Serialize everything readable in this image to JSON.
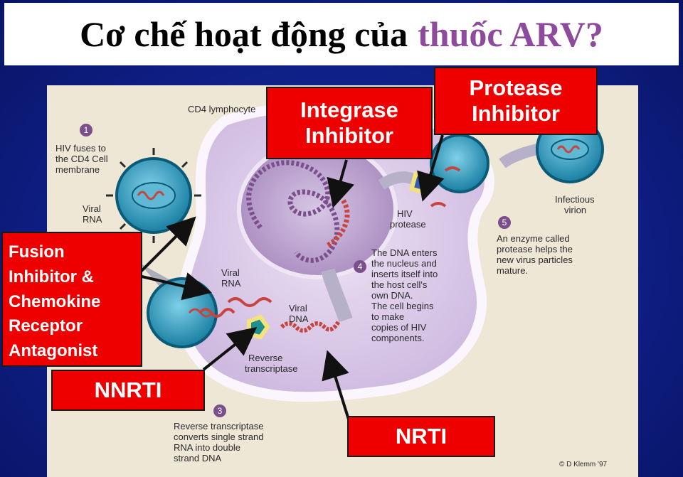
{
  "title": {
    "main": "Cơ chế hoạt động của",
    "accent": "thuốc ARV?"
  },
  "diagram": {
    "cell_label": "CD4 lymphocyte",
    "step1": {
      "number": "1",
      "lines": [
        "HIV fuses to",
        "the CD4 Cell",
        "membrane"
      ]
    },
    "viral_rna_left": [
      "Viral",
      "RNA"
    ],
    "viral_rna_inner": [
      "Viral",
      "RNA"
    ],
    "viral_dna": [
      "Viral",
      "DNA"
    ],
    "reverse_transcriptase": [
      "Reverse",
      "transcriptase"
    ],
    "step3": {
      "number": "3",
      "lines": [
        "Reverse transcriptase",
        "converts single strand",
        "RNA into double",
        "strand DNA"
      ]
    },
    "step4": {
      "number": "4",
      "lines": [
        "The DNA enters",
        "the nucleus and",
        "inserts itself into",
        "the host cell's",
        "own DNA.",
        "The cell begins",
        "to make",
        "copies of HIV",
        "components."
      ]
    },
    "hiv_protease": [
      "HIV",
      "protease"
    ],
    "infectious_virion": [
      "Infectious",
      "virion"
    ],
    "step5": {
      "number": "5",
      "lines": [
        "An enzyme called",
        "protease helps the",
        "new virus particles",
        "mature."
      ]
    },
    "credit": "© D Klemm '97"
  },
  "labels": {
    "integrase": [
      "Integrase",
      "Inhibitor"
    ],
    "protease": [
      "Protease",
      "Inhibitor"
    ],
    "fusion": [
      "Fusion",
      "Inhibitor &",
      "Chemokine",
      "Receptor",
      "Antagonist"
    ],
    "nnrti": "NNRTI",
    "nrti": "NRTI"
  },
  "colors": {
    "background": "#0f1f86",
    "title_accent": "#8e4b9e",
    "label_red": "#ee0000",
    "figure_bg": "#efe7d6",
    "cell_fill": "#d9c8e6",
    "virus_teal": "#1f8fb0"
  }
}
